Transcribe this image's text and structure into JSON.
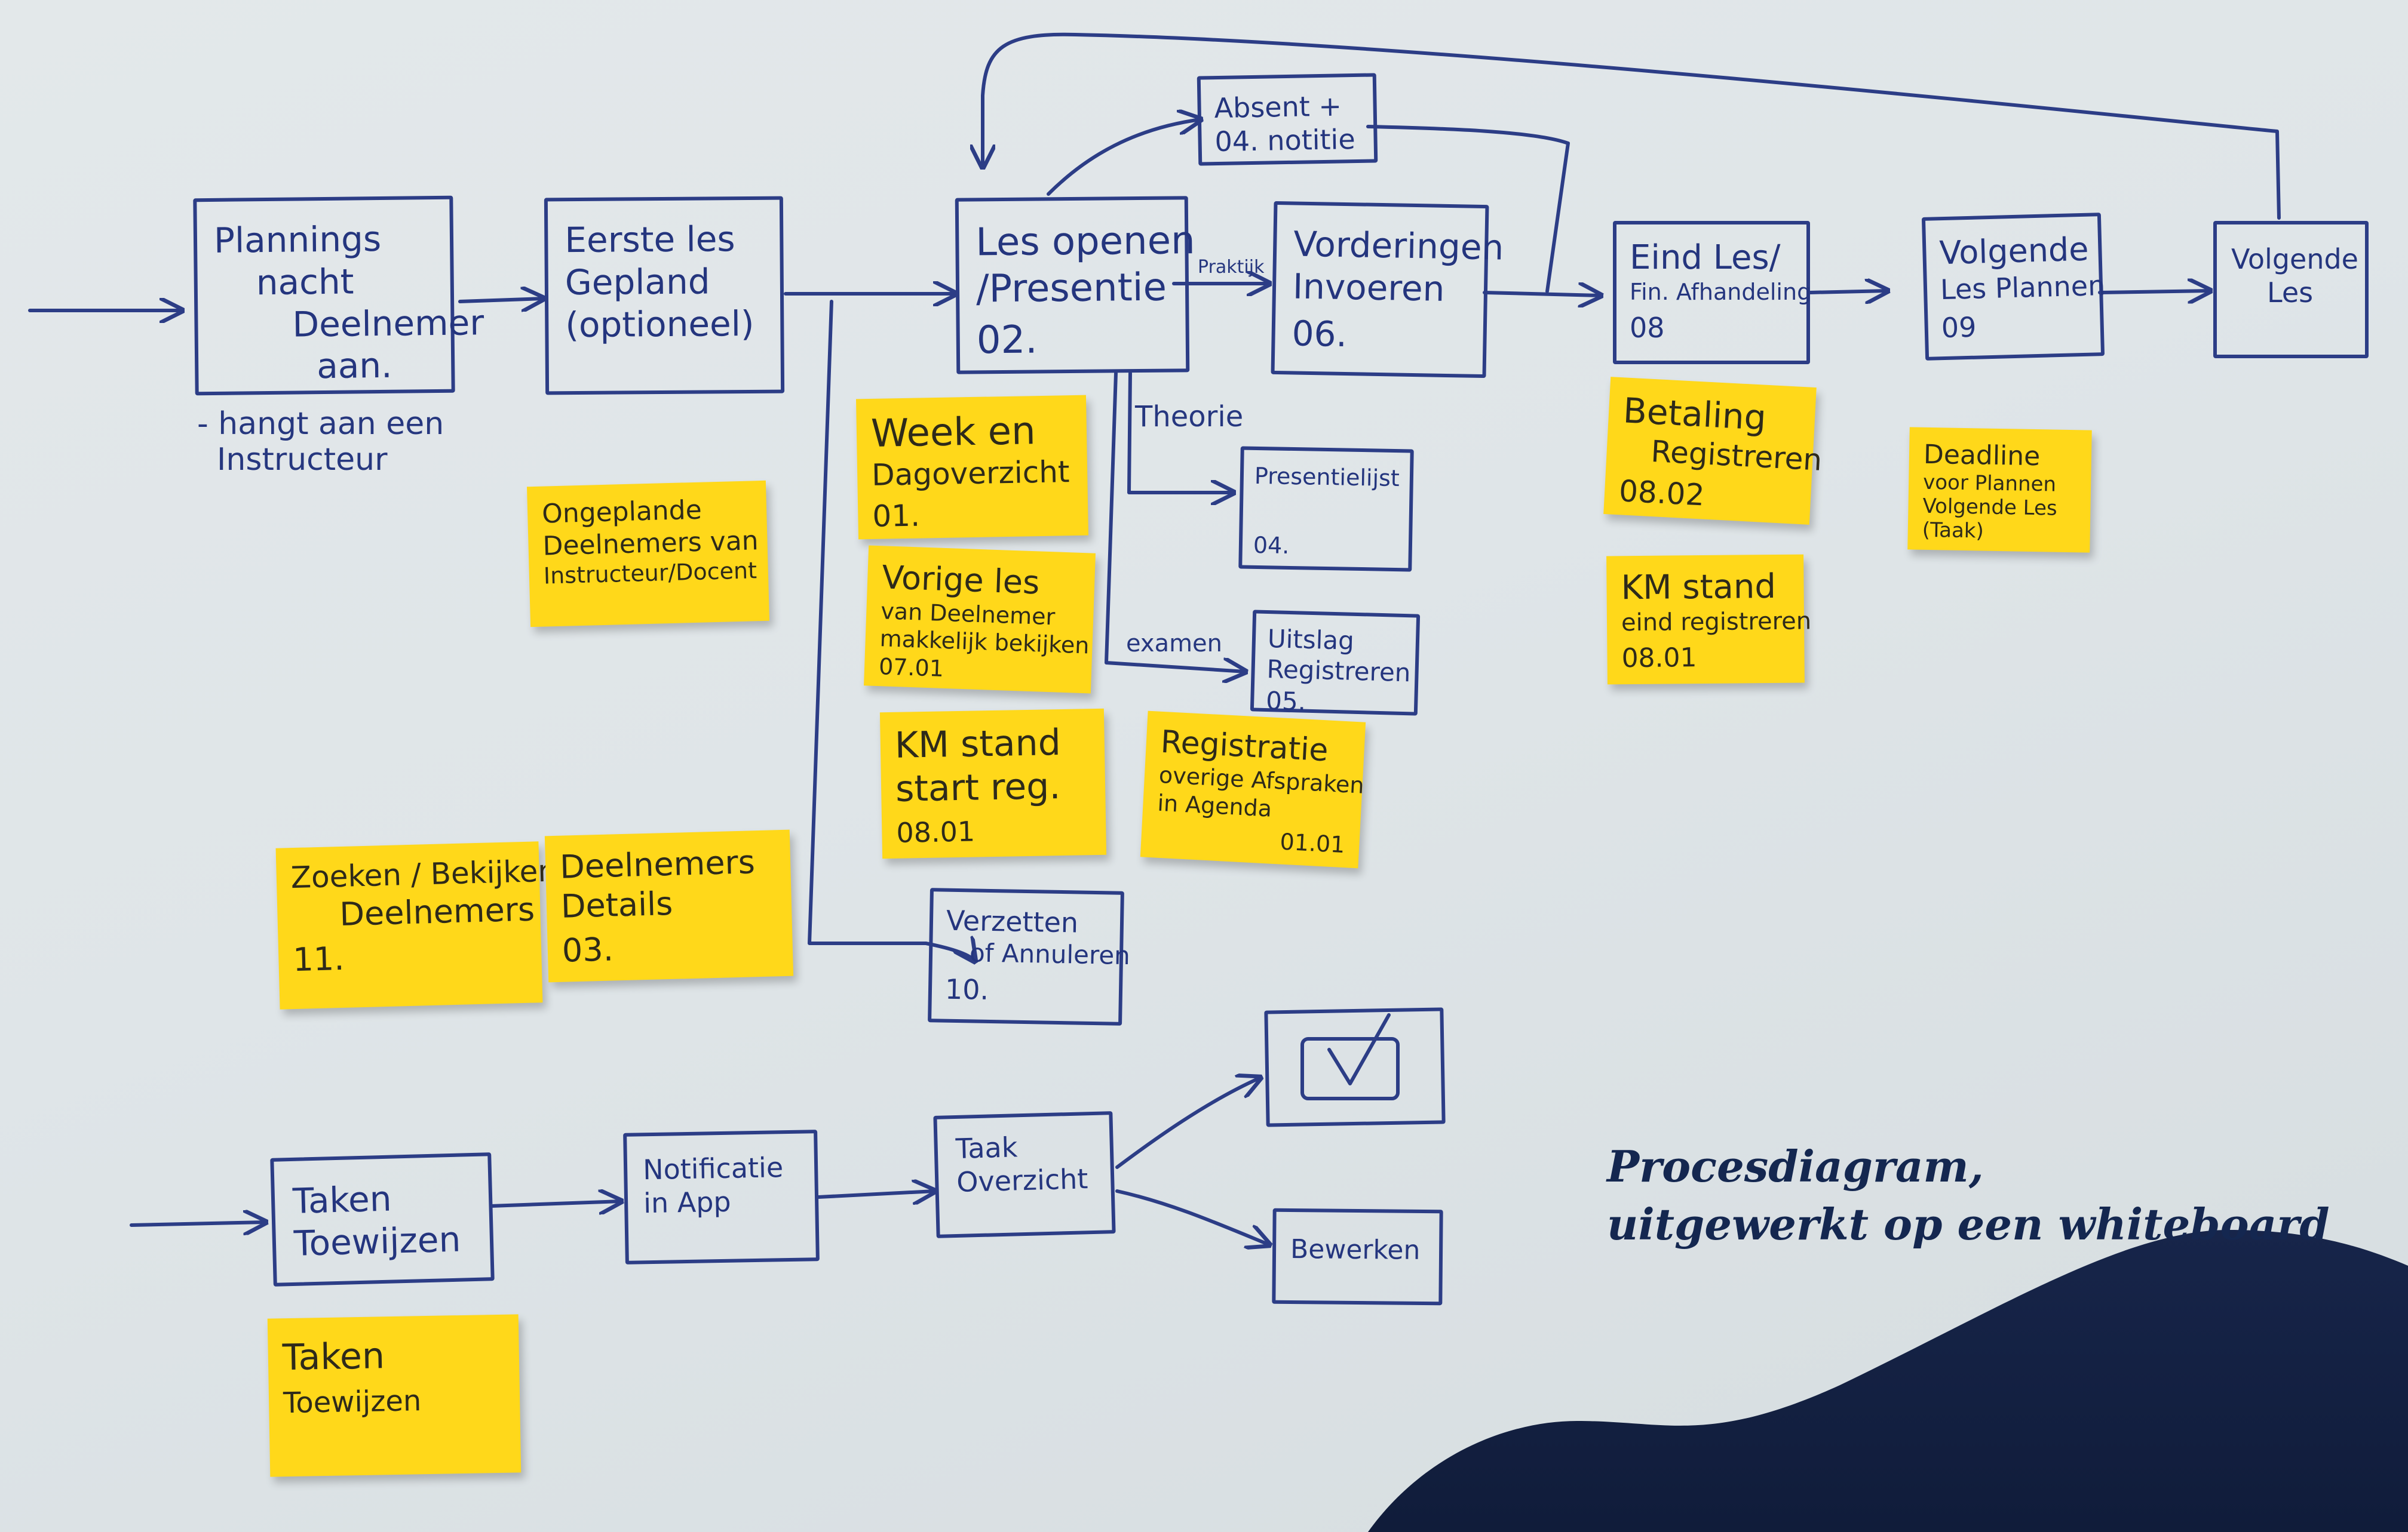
{
  "boxes": {
    "planning": {
      "lines": [
        "Plannings",
        "nacht",
        "Deelnemer",
        "aan."
      ]
    },
    "eerste_les": {
      "lines": [
        "Eerste les",
        "Gepland",
        "(optioneel)"
      ]
    },
    "les_openen": {
      "lines": [
        "Les openen",
        "/Presentie"
      ],
      "code": "02."
    },
    "absent": {
      "lines": [
        "Absent +",
        "04. notitie"
      ]
    },
    "vorderingen": {
      "lines": [
        "Vorderingen",
        "Invoeren"
      ],
      "code": "06."
    },
    "eind_les": {
      "lines": [
        "Eind Les/",
        "Fin. Afhandeling"
      ],
      "code": "08"
    },
    "volgende_les_plannen": {
      "lines": [
        "Volgende",
        "Les Plannen"
      ],
      "code": "09"
    },
    "volgende_les": {
      "lines": [
        "Volgende",
        "Les"
      ]
    },
    "presentielijst": {
      "lines": [
        "Presentielijst"
      ],
      "code": "04."
    },
    "uitslag": {
      "lines": [
        "Uitslag",
        "Registreren"
      ],
      "code": "05."
    },
    "verzetten": {
      "lines": [
        "Verzetten",
        "of Annuleren"
      ],
      "code": "10."
    },
    "taken_toewijzen": {
      "lines": [
        "Taken",
        "Toewijzen"
      ]
    },
    "notificatie": {
      "lines": [
        "Notificatie",
        "in App"
      ]
    },
    "taak_overzicht": {
      "lines": [
        "Taak",
        "Overzicht"
      ]
    },
    "bewerken": {
      "lines": [
        "Bewerken"
      ]
    }
  },
  "notes": {
    "week": {
      "lines": [
        "Week en",
        "Dagoverzicht"
      ],
      "code": "01."
    },
    "vorige_les": {
      "lines": [
        "Vorige les",
        "van Deelnemer",
        "makkelijk bekijken"
      ],
      "code": "07.01"
    },
    "km_start": {
      "lines": [
        "KM stand",
        "start reg."
      ],
      "code": "08.01"
    },
    "registratie": {
      "lines": [
        "Registratie",
        "overige Afspraken",
        "in Agenda"
      ],
      "code": "01.01"
    },
    "ongeplande": {
      "lines": [
        "Ongeplande",
        "Deelnemers van",
        "Instructeur/Docent"
      ]
    },
    "betaling": {
      "lines": [
        "Betaling",
        "Registreren"
      ],
      "code": "08.02"
    },
    "km_eind": {
      "lines": [
        "KM stand",
        "eind registreren"
      ],
      "code": "08.01"
    },
    "deadline": {
      "lines": [
        "Deadline",
        "voor Plannen",
        "Volgende Les",
        "(Taak)"
      ]
    },
    "zoeken": {
      "lines": [
        "Zoeken / Bekijken",
        "Deelnemers"
      ],
      "code": "11."
    },
    "deelnemers_details": {
      "lines": [
        "Deelnemers",
        "Details"
      ],
      "code": "03."
    },
    "taken_note": {
      "lines": [
        "Taken",
        "Toewijzen"
      ]
    }
  },
  "labels": {
    "hangt": "- hangt aan een\n  Instructeur",
    "theorie": "Theorie",
    "praktijk": "Praktijk",
    "examen": "examen"
  },
  "caption": {
    "line1": "Procesdiagram,",
    "line2": "uitgewerkt op een whiteboard"
  },
  "colors": {
    "marker": "#2c3d86",
    "sticky": "#ffd81a",
    "brand_navy": "#142750"
  }
}
